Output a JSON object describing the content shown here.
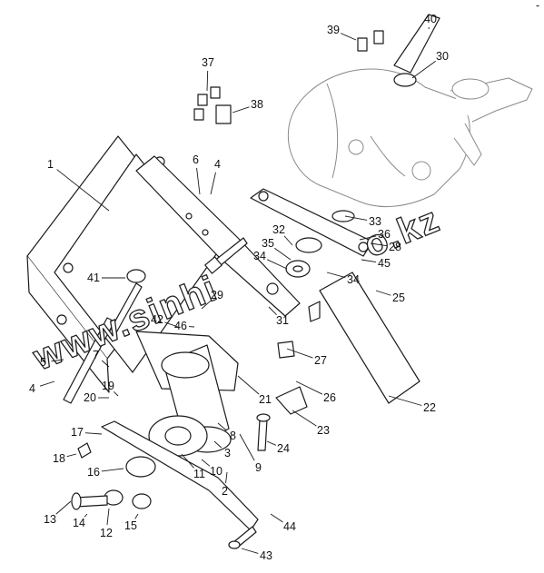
{
  "diagram": {
    "watermark_left": "www.sinhi",
    "watermark_right": "o.kz",
    "corner_mark": "-",
    "callouts": [
      {
        "id": "1",
        "text": "1"
      },
      {
        "id": "2",
        "text": "2"
      },
      {
        "id": "3",
        "text": "3"
      },
      {
        "id": "4a",
        "text": "4"
      },
      {
        "id": "4b",
        "text": "4"
      },
      {
        "id": "5",
        "text": "5"
      },
      {
        "id": "6",
        "text": "6"
      },
      {
        "id": "7",
        "text": "7"
      },
      {
        "id": "8",
        "text": "8"
      },
      {
        "id": "9",
        "text": "9"
      },
      {
        "id": "10",
        "text": "10"
      },
      {
        "id": "11",
        "text": "11"
      },
      {
        "id": "12",
        "text": "12"
      },
      {
        "id": "13",
        "text": "13"
      },
      {
        "id": "14",
        "text": "14"
      },
      {
        "id": "15",
        "text": "15"
      },
      {
        "id": "16",
        "text": "16"
      },
      {
        "id": "17",
        "text": "17"
      },
      {
        "id": "18",
        "text": "18"
      },
      {
        "id": "19",
        "text": "19"
      },
      {
        "id": "20",
        "text": "20"
      },
      {
        "id": "21",
        "text": "21"
      },
      {
        "id": "22",
        "text": "22"
      },
      {
        "id": "23",
        "text": "23"
      },
      {
        "id": "24",
        "text": "24"
      },
      {
        "id": "25",
        "text": "25"
      },
      {
        "id": "26",
        "text": "26"
      },
      {
        "id": "27",
        "text": "27"
      },
      {
        "id": "28",
        "text": "28"
      },
      {
        "id": "29",
        "text": "29"
      },
      {
        "id": "30",
        "text": "30"
      },
      {
        "id": "31",
        "text": "31"
      },
      {
        "id": "32",
        "text": "32"
      },
      {
        "id": "33",
        "text": "33"
      },
      {
        "id": "34a",
        "text": "34"
      },
      {
        "id": "34b",
        "text": "34"
      },
      {
        "id": "35",
        "text": "35"
      },
      {
        "id": "36",
        "text": "36"
      },
      {
        "id": "37",
        "text": "37"
      },
      {
        "id": "38",
        "text": "38"
      },
      {
        "id": "39",
        "text": "39"
      },
      {
        "id": "40",
        "text": "40"
      },
      {
        "id": "41",
        "text": "41"
      },
      {
        "id": "42",
        "text": "42"
      },
      {
        "id": "43",
        "text": "43"
      },
      {
        "id": "44",
        "text": "44"
      },
      {
        "id": "45",
        "text": "45"
      },
      {
        "id": "46",
        "text": "46"
      }
    ]
  }
}
